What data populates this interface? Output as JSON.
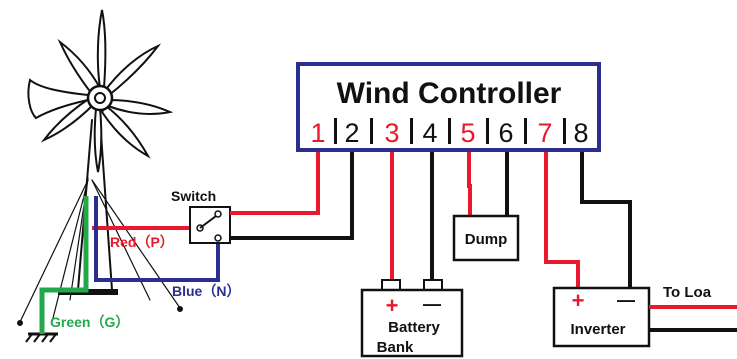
{
  "colors": {
    "red": "#e8192c",
    "black": "#111111",
    "blue": "#2a2f8f",
    "green": "#22a84a",
    "controller_border": "#2a2f8f"
  },
  "icons": [
    "wind-turbine-icon",
    "ground-symbol-icon",
    "switch-icon"
  ],
  "controller": {
    "title": "Wind Controller",
    "terminals": [
      "1",
      "2",
      "3",
      "4",
      "5",
      "6",
      "7",
      "8"
    ]
  },
  "switch": {
    "label": "Switch"
  },
  "wires": {
    "red": "Red（P）",
    "blue": "Blue（N）",
    "green": "Green（G）"
  },
  "dump": {
    "label": "Dump"
  },
  "battery": {
    "line1": "Battery",
    "line2": "Bank",
    "plus": "+",
    "minus": "—"
  },
  "inverter": {
    "label": "Inverter",
    "plus": "+",
    "minus": "—"
  },
  "load": {
    "label": "To Loa"
  }
}
